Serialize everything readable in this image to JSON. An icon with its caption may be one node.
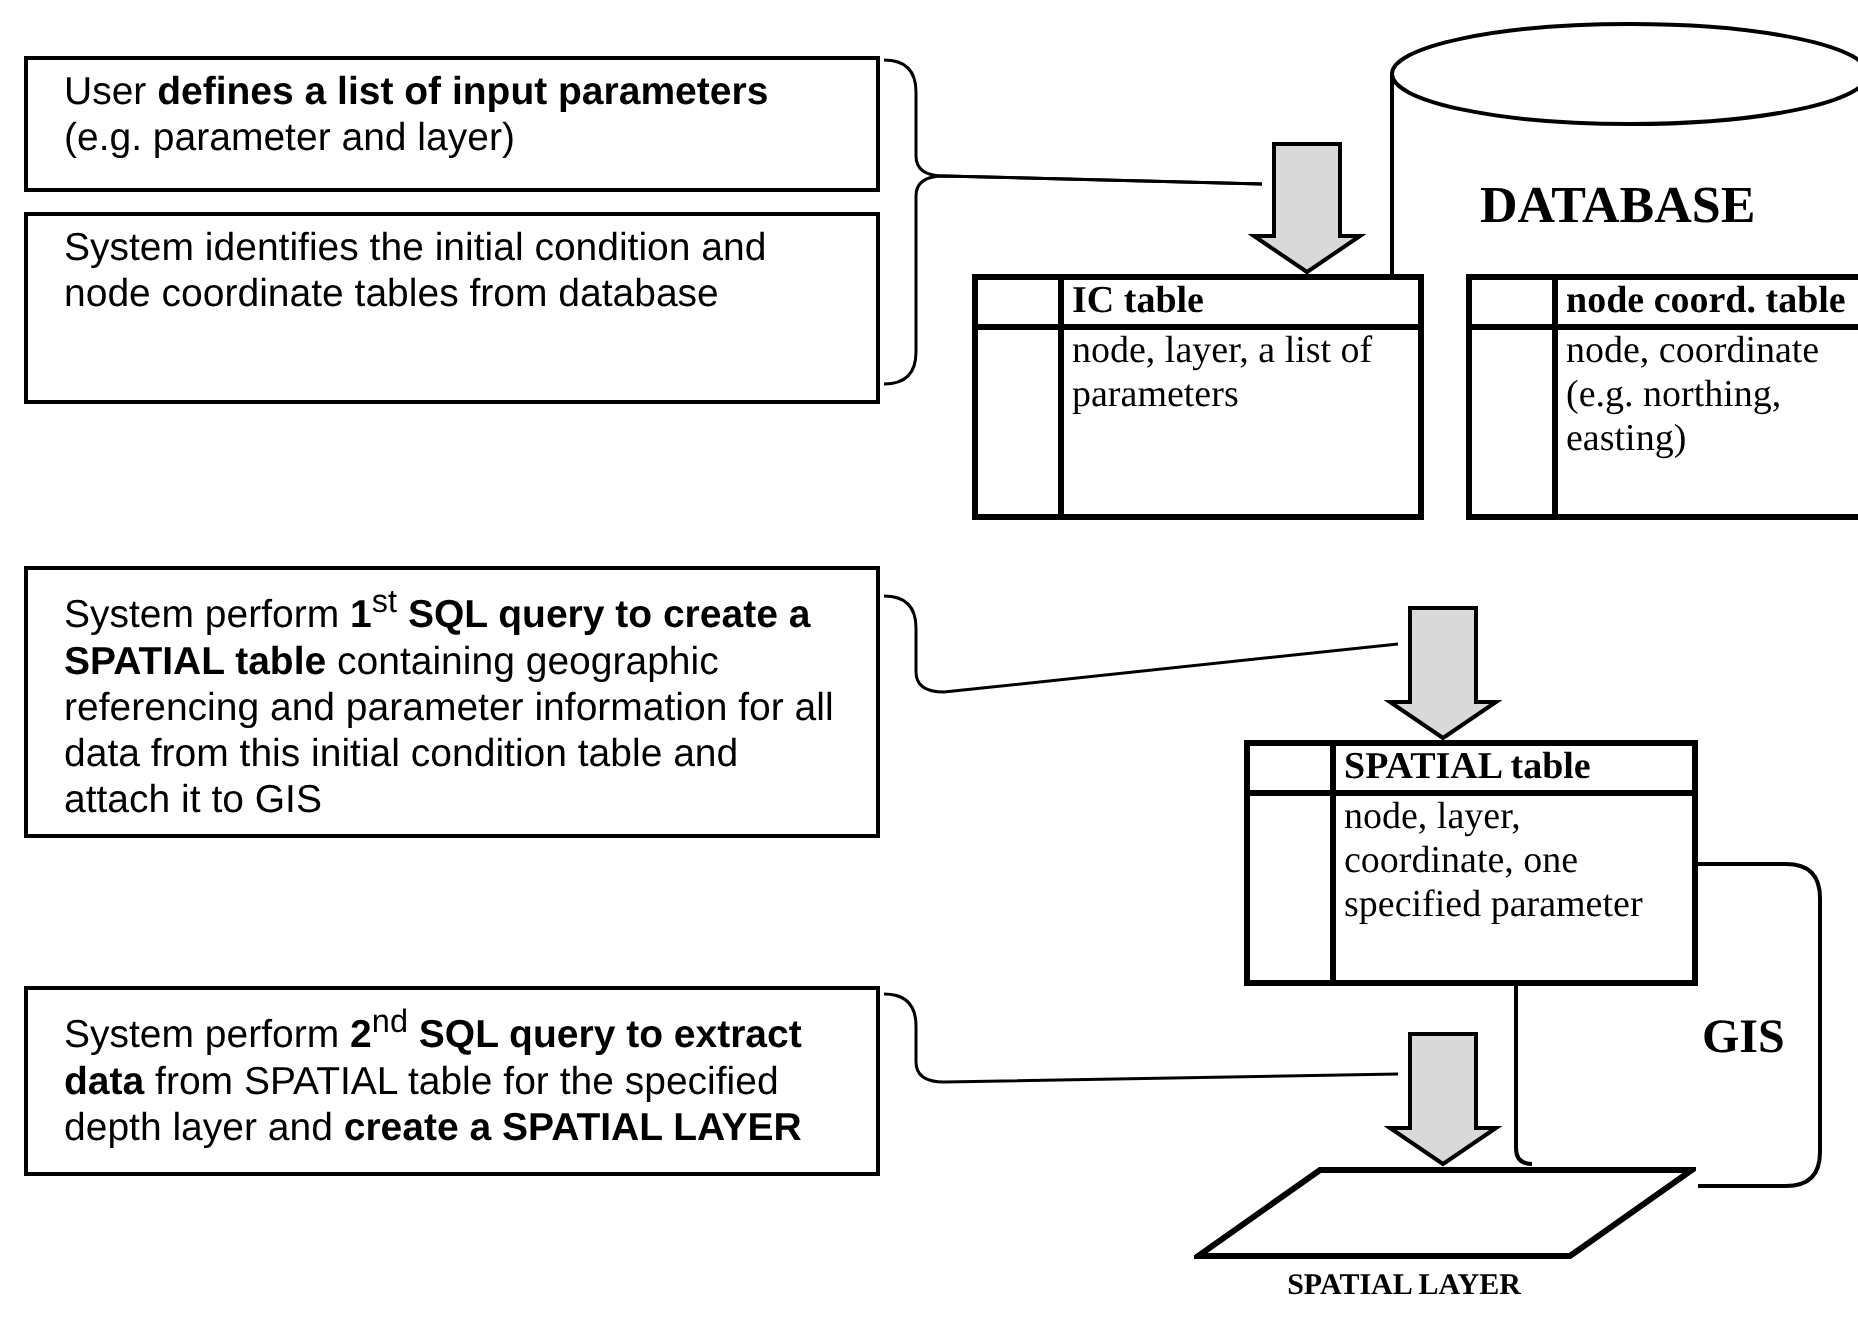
{
  "diagram": {
    "nodes": [
      {
        "text": [
          "User **defines a list of input parameters** (e.g. parameter and layer)"
        ]
      },
      {
        "text": [
          "System identifies the initial condition and node coordinate tables from database"
        ]
      },
      {
        "text": [
          "DATABASE"
        ]
      },
      {
        "text": [
          "IC table",
          "node, layer, a list of parameters"
        ]
      },
      {
        "text": [
          "node coord. table",
          "node, coordinate (e.g. northing, easting)"
        ]
      },
      {
        "text": [
          "System perform **1**$^{st}$ **SQL query to create a SPATIAL table** containing geographic referencing and parameter information for all data from this initial condition table and attach it to GIS"
        ]
      },
      {
        "text": [
          "SPATIAL table",
          "node, layer, coordinate, one specified parameter"
        ]
      },
      {
        "text": [
          "GIS"
        ]
      },
      {
        "text": [
          "System perform **2**$^{nd}$ **SQL query to extract data** from SPATIAL table for the specified depth layer and **create a SPATIAL LAYER**"
        ]
      },
      {
        "text": [
          "SPATIAL LAYER"
        ]
      }
    ],
    "edges": [
      {
        "from": 0,
        "to": null,
        "arrow": "none"
      },
      {
        "from": 1,
        "to": null,
        "arrow": "none"
      },
      {
        "from": null,
        "to": 3,
        "arrow": "to",
        "style": "thick",
        "color": "#d9d9d9"
      },
      {
        "from": 5,
        "to": null,
        "arrow": "none"
      },
      {
        "from": null,
        "to": 6,
        "arrow": "to",
        "style": "thick",
        "color": "#d9d9d9"
      },
      {
        "from": 8,
        "to": null,
        "arrow": "none"
      },
      {
        "from": null,
        "to": 9,
        "arrow": "to",
        "style": "thick",
        "color": "#d9d9d9"
      }
    ]
  }
}
